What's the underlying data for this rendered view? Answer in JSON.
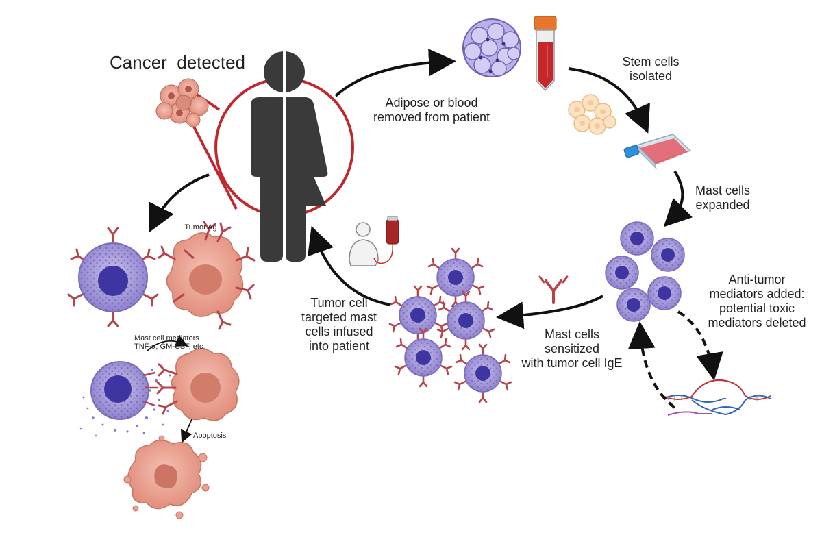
{
  "labels": {
    "cancer_detected": "Cancer  detected",
    "adipose_removed": "Adipose or blood\nremoved from patient",
    "stem_cells_isolated": "Stem cells\nisolated",
    "mast_cells_expanded": "Mast cells\nexpanded",
    "anti_tumor": "Anti-tumor\nmediators added:\npotential toxic\nmediators deleted",
    "sensitized": "Mast cells\nsensitized\nwith tumor cell IgE",
    "infused": "Tumor cell\ntargeted mast\ncells infused\ninto patient",
    "tumor_ag": "Tumor Ag",
    "mediators": "Mast cell mediators\nTNF-α, GM-CSF, etc.",
    "apoptosis": "Apoptosis"
  },
  "colors": {
    "mast_cell": "#9b8fd0",
    "mast_nucleus": "#4a3fa8",
    "tumor_cell": "#e8a090",
    "antibody": "#b8434a",
    "person": "#3a3a3a",
    "circle": "#c0282e",
    "arrow": "#111111"
  },
  "icons": [
    "person-icon",
    "tumor-cluster-icon",
    "adipose-tissue-icon",
    "blood-tube-icon",
    "stem-cell-cluster-icon",
    "culture-flask-icon",
    "iv-patient-icon",
    "antibody-icon",
    "dna-editing-icon"
  ]
}
